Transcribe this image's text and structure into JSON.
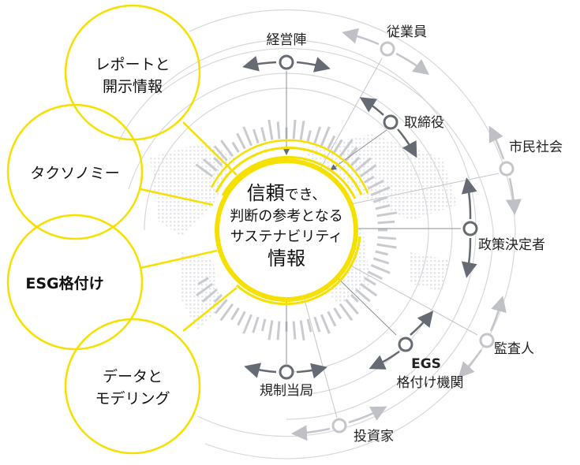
{
  "colors": {
    "yellow": "#f5e000",
    "dark_gray": "#666a73",
    "light_gray": "#c4c6cc",
    "ring_gray": "#d8d8dc"
  },
  "center": {
    "line1_big": "信頼",
    "line1_small": "でき、",
    "line2": "判断の参考となる",
    "line3": "サステナビリティ",
    "line4": "情報"
  },
  "pillars": [
    {
      "line1": "レポートと",
      "line2": "開示情報"
    },
    {
      "line1": "タクソノミー"
    },
    {
      "line1": "ESG格付け"
    },
    {
      "line1": "データと",
      "line2": "モデリング"
    }
  ],
  "stakeholders": {
    "management": "経営陣",
    "employees": "従業員",
    "board": "取締役",
    "civil_society": "市民社会",
    "policy_makers": "政策決定者",
    "auditors": "監査人",
    "rating_agencies_1": "EGS",
    "rating_agencies_2": "格付け機関",
    "regulators": "規制当局",
    "investors": "投資家"
  }
}
